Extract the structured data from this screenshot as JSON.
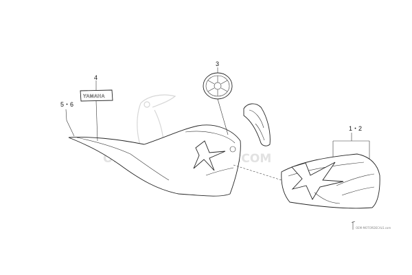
{
  "callouts": {
    "c1": "1・2",
    "c2": "3",
    "c3": "4",
    "c4": "5・6"
  },
  "emblem_text": "YAMAHA",
  "watermark": {
    "main": "OEM-MOTORDECALS.COM",
    "footer": "OEM-MOTORDECALS.com"
  },
  "colors": {
    "line": "#222222",
    "watermark": "#d6d6d6",
    "emblem_fill": "#e6e6e6"
  }
}
